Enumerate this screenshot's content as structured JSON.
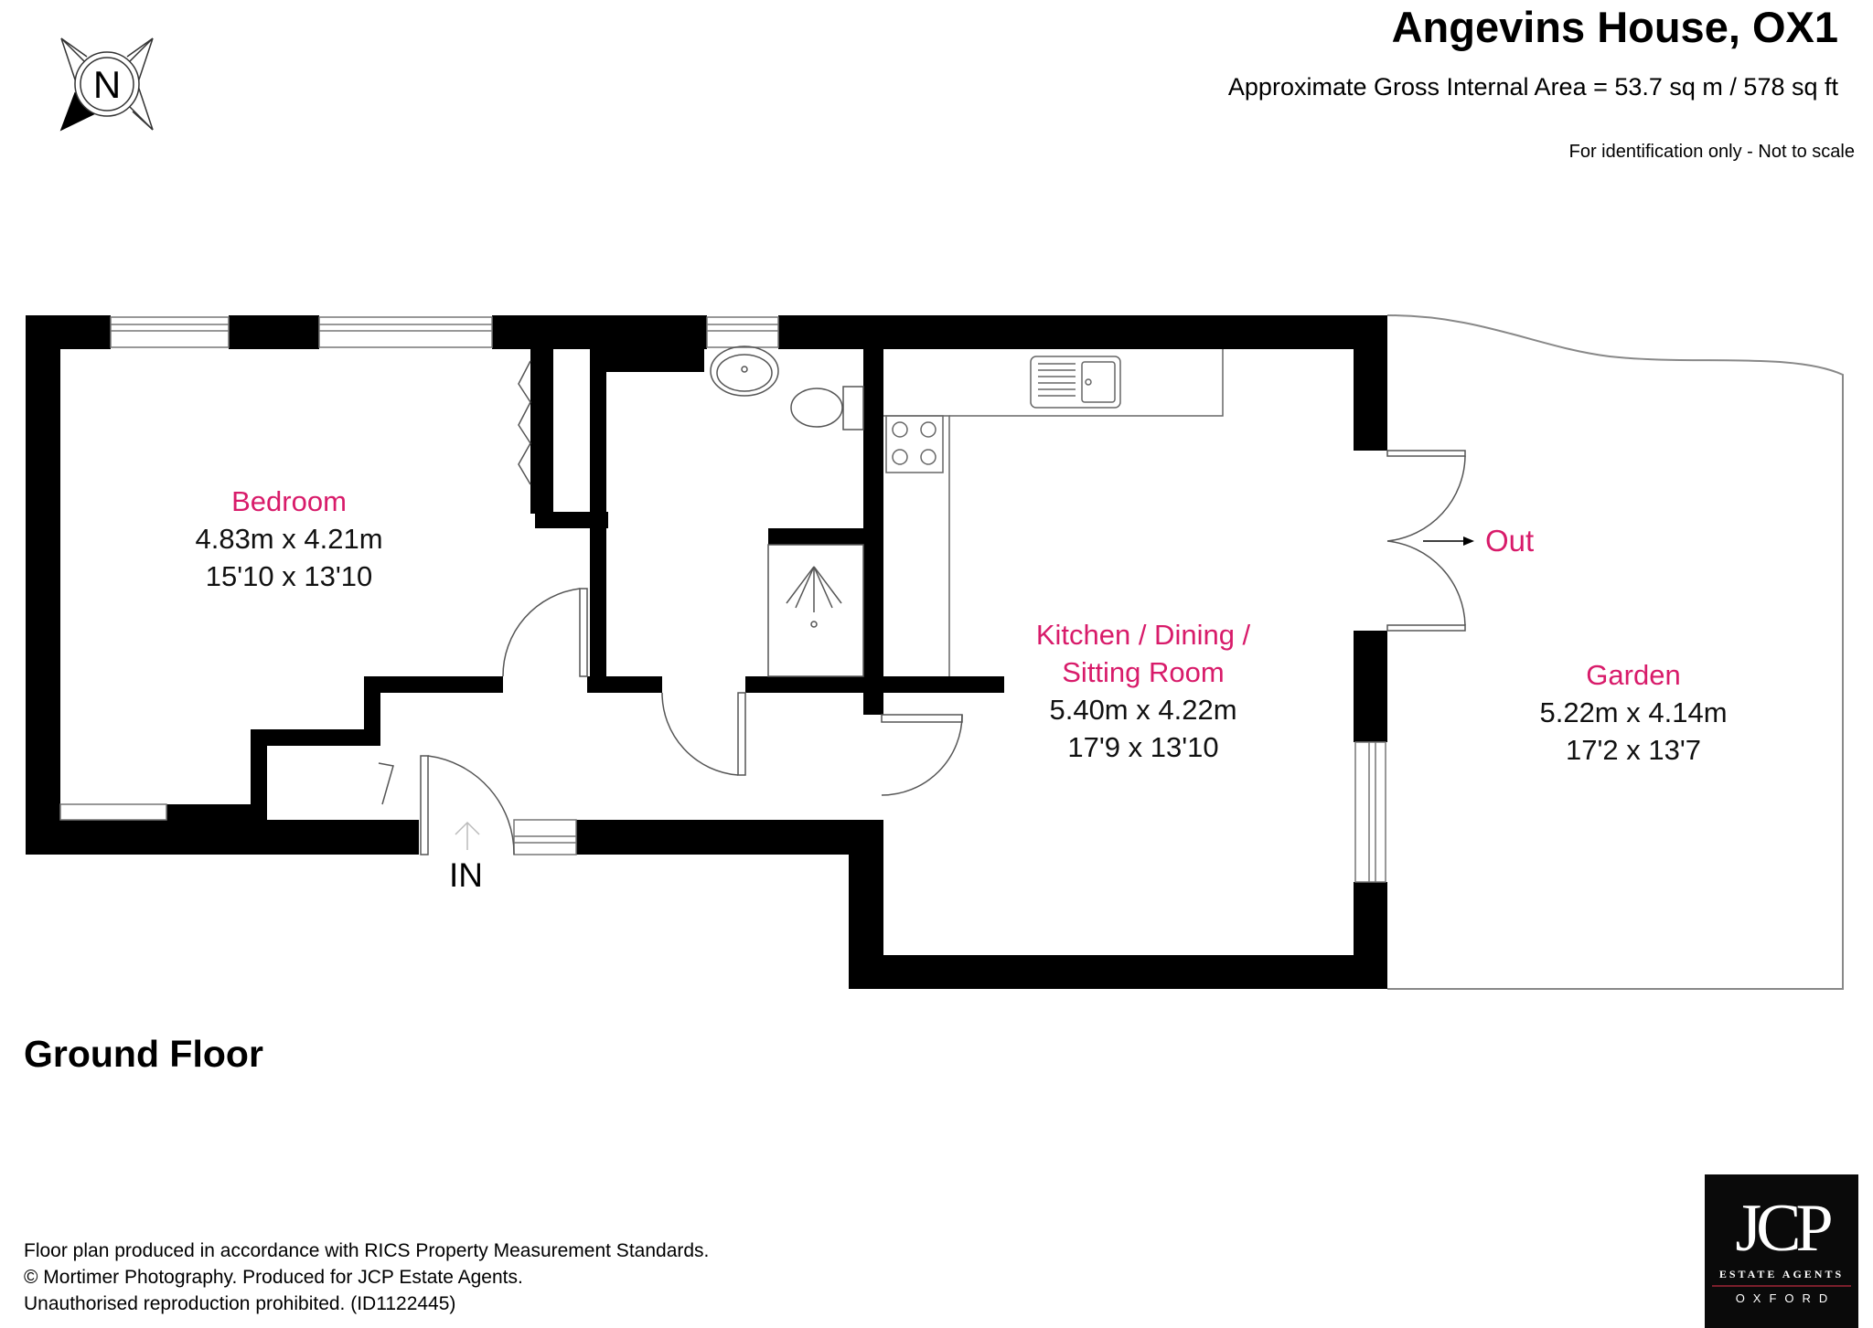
{
  "header": {
    "title": "Angevins House, OX1",
    "area": "Approximate Gross Internal Area = 53.7 sq m / 578 sq ft",
    "disclaimer": "For identification only - Not to scale"
  },
  "compass": {
    "letter": "N",
    "icon": "north-compass-icon"
  },
  "floor": {
    "label": "Ground Floor"
  },
  "rooms": [
    {
      "name": "Bedroom",
      "dim_metric": "4.83m x 4.21m",
      "dim_imperial": "15'10 x 13'10"
    },
    {
      "name_line1": "Kitchen / Dining /",
      "name_line2": "Sitting Room",
      "dim_metric": "5.40m x 4.22m",
      "dim_imperial": "17'9 x 13'10"
    },
    {
      "name": "Garden",
      "dim_metric": "5.22m x 4.14m",
      "dim_imperial": "17'2 x 13'7"
    }
  ],
  "entrances": {
    "in_label": "IN",
    "out_label": "Out"
  },
  "footer": {
    "line1": "Floor plan produced in accordance with RICS Property Measurement Standards.",
    "line2": "© Mortimer Photography. Produced for JCP Estate Agents.",
    "line3": "Unauthorised reproduction prohibited. (ID1122445)"
  },
  "logo": {
    "mark": "JCP",
    "subtitle": "ESTATE AGENTS",
    "city": "OXFORD"
  },
  "colors": {
    "room_name": "#d81b6a",
    "wall": "#000000",
    "logo_bg": "#0a0a0a",
    "logo_rule": "#7a1f2b"
  }
}
